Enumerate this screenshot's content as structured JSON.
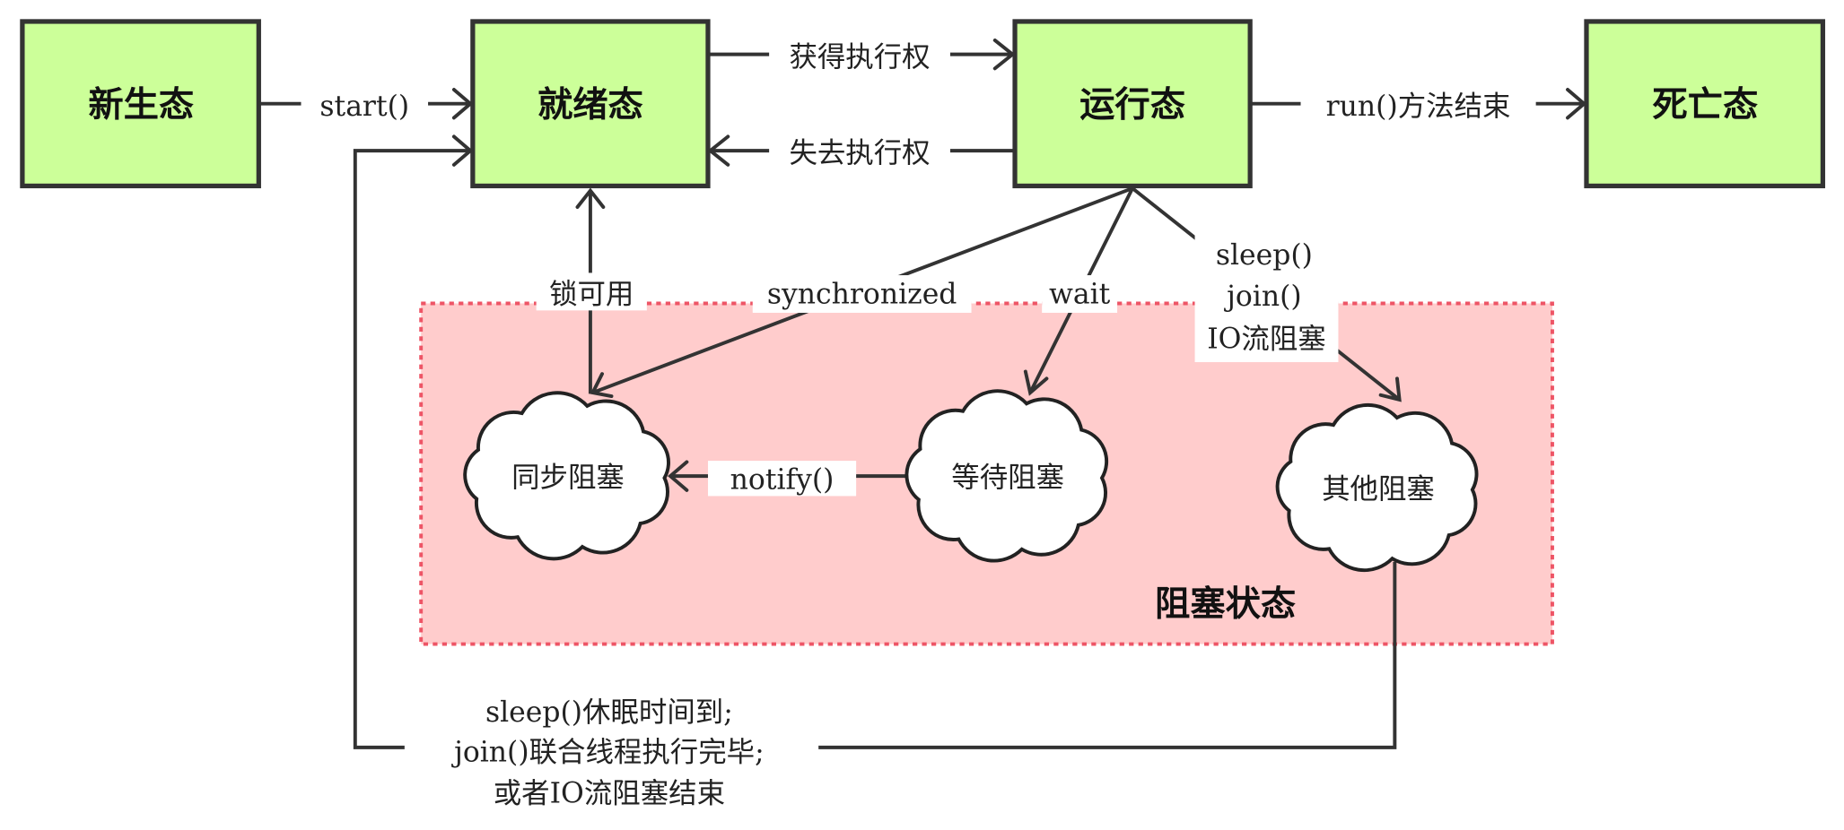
{
  "states": {
    "new": "新生态",
    "ready": "就绪态",
    "running": "运行态",
    "dead": "死亡态"
  },
  "transitions": {
    "start": "start()",
    "gain_cpu": "获得执行权",
    "lose_cpu": "失去执行权",
    "run_end": "run()方法结束",
    "lock_available": "锁可用",
    "synchronized": "synchronized",
    "wait": "wait",
    "sleep": "sleep()",
    "join": "join()",
    "io_block": "IO流阻塞",
    "notify": "notify()",
    "return_line1": "sleep()休眠时间到;",
    "return_line2": "join()联合线程执行完毕;",
    "return_line3": "或者IO流阻塞结束"
  },
  "blocked": {
    "title": "阻塞状态",
    "sync_block": "同步阻塞",
    "wait_block": "等待阻塞",
    "other_block": "其他阻塞"
  },
  "colors": {
    "state_fill": "#ccff99",
    "blocked_fill": "#ffcccc",
    "blocked_border": "#ee5566"
  }
}
